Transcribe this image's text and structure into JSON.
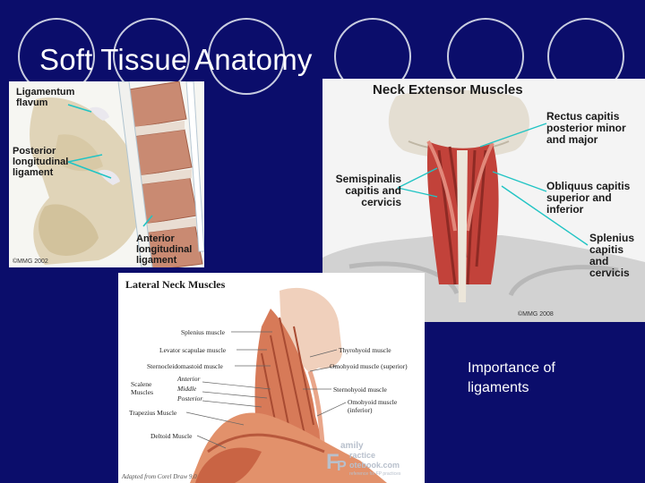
{
  "slide": {
    "title": "Soft Tissue Anatomy",
    "note": "Importance of ligaments"
  },
  "spine_figure": {
    "labels": {
      "ligamentum_flavum": "Ligamentum flavum",
      "posterior_ligament": "Posterior longitudinal ligament",
      "anterior_ligament": "Anterior longitudinal ligament"
    },
    "copyright": "©MMG 2002"
  },
  "neck_figure": {
    "heading": "Neck Extensor Muscles",
    "labels": {
      "rectus": "Rectus capitis posterior minor and major",
      "semispinalis": "Semispinalis capitis and cervicis",
      "obliquus": "Obliquus capitis superior and inferior",
      "splenius": "Splenius capitis and cervicis"
    },
    "copyright": "©MMG 2008"
  },
  "lateral_figure": {
    "heading": "Lateral Neck Muscles",
    "left_labels": {
      "splenius": "Splenius muscle",
      "levator": "Levator scapulae muscle",
      "sternocleido": "Sternocleidomastoid muscle",
      "scalene": "Scalene Muscles",
      "anterior": "Anterior",
      "middle": "Middle",
      "posterior": "Posterior",
      "trapezius": "Trapezius Muscle",
      "deltoid": "Deltoid Muscle"
    },
    "right_labels": {
      "thyrohyoid": "Thyrohyoid muscle",
      "omohyoid_sup": "Omohyoid muscle (superior)",
      "sternohyoid": "Sternohyoid muscle",
      "omohyoid_inf": "Omohyoid muscle (inferior)"
    },
    "credit": "Adapted from Corel Draw 9.0",
    "watermark": {
      "f": "F",
      "p": "P",
      "amily": "amily",
      "ractice": "ractice",
      "otebook": "otebook.com",
      "sub": "reference for FP practices"
    }
  },
  "colors": {
    "background": "#0b0d6b",
    "ring": "#c8cce0",
    "leader": "#21c4c4"
  }
}
